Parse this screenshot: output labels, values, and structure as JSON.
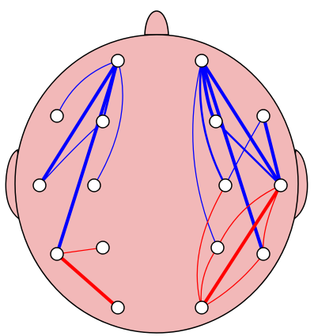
{
  "colors": {
    "head_fill": "#f2b8b8",
    "outline": "#000000",
    "node_fill": "#ffffff",
    "blue": "#0000ff",
    "red": "#ff0000"
  },
  "nodes": [
    {
      "id": "L1"
    },
    {
      "id": "L2"
    },
    {
      "id": "L3"
    },
    {
      "id": "L4"
    },
    {
      "id": "L5"
    },
    {
      "id": "L6"
    },
    {
      "id": "L7"
    },
    {
      "id": "L8"
    },
    {
      "id": "R1"
    },
    {
      "id": "R2"
    },
    {
      "id": "R3"
    },
    {
      "id": "R4"
    },
    {
      "id": "R5"
    },
    {
      "id": "R6"
    },
    {
      "id": "R7"
    },
    {
      "id": "R8"
    }
  ],
  "connections": [
    {
      "from": "L1",
      "to": "L2",
      "color": "blue",
      "strength": "weak"
    },
    {
      "from": "L1",
      "to": "L3",
      "color": "blue",
      "strength": "medium"
    },
    {
      "from": "L1",
      "to": "L4",
      "color": "blue",
      "strength": "strong"
    },
    {
      "from": "L1",
      "to": "L5",
      "color": "blue",
      "strength": "weak"
    },
    {
      "from": "L1",
      "to": "L6",
      "color": "blue",
      "strength": "strong"
    },
    {
      "from": "L3",
      "to": "L4",
      "color": "blue",
      "strength": "weak"
    },
    {
      "from": "L6",
      "to": "L7",
      "color": "red",
      "strength": "weak"
    },
    {
      "from": "L6",
      "to": "L8",
      "color": "red",
      "strength": "strong"
    },
    {
      "from": "R1",
      "to": "R3",
      "color": "blue",
      "strength": "strong"
    },
    {
      "from": "R1",
      "to": "R5",
      "color": "blue",
      "strength": "strong"
    },
    {
      "from": "R1",
      "to": "R4",
      "color": "blue",
      "strength": "medium"
    },
    {
      "from": "R1",
      "to": "R7",
      "color": "blue",
      "strength": "strong"
    },
    {
      "from": "R1",
      "to": "R6",
      "color": "blue",
      "strength": "weak"
    },
    {
      "from": "R2",
      "to": "R5",
      "color": "blue",
      "strength": "strong"
    },
    {
      "from": "R2",
      "to": "R4",
      "color": "blue",
      "strength": "weak"
    },
    {
      "from": "R3",
      "to": "R5",
      "color": "blue",
      "strength": "medium"
    },
    {
      "from": "R5",
      "to": "R8",
      "color": "red",
      "strength": "strong"
    },
    {
      "from": "R5",
      "to": "R6",
      "color": "red",
      "strength": "weak"
    },
    {
      "from": "R5",
      "to": "R7",
      "color": "red",
      "strength": "weak"
    },
    {
      "from": "R4",
      "to": "R8",
      "color": "red",
      "strength": "weak"
    },
    {
      "from": "R6",
      "to": "R8",
      "color": "red",
      "strength": "weak"
    },
    {
      "from": "R7",
      "to": "R8",
      "color": "red",
      "strength": "weak"
    }
  ]
}
